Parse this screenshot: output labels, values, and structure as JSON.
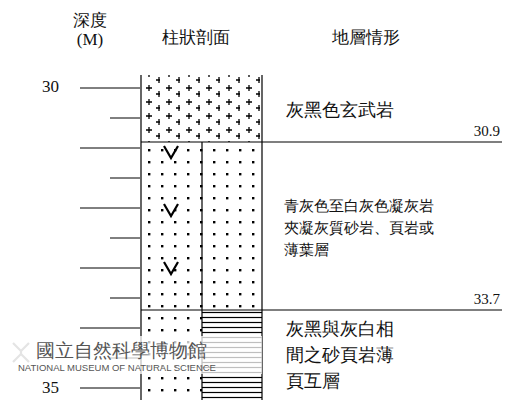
{
  "diagram": {
    "nodes": [
      {
        "text": [
          "灰黑色玄武岩",
          "30.9"
        ]
      },
      {
        "text": [
          "青灰色至白灰色凝灰岩夾凝灰質砂岩、頁岩或薄葉層",
          "33.7"
        ]
      },
      {
        "text": [
          "灰黑與灰白相間之砂頁岩薄頁互層"
        ]
      }
    ],
    "edges": [],
    "labels": [
      "深度 (M)",
      "柱狀剖面",
      "地層情形",
      "30",
      "35",
      "國立自然科學博物館",
      "NATIONAL MUSEUM OF NATURAL SCIENCE"
    ]
  }
}
